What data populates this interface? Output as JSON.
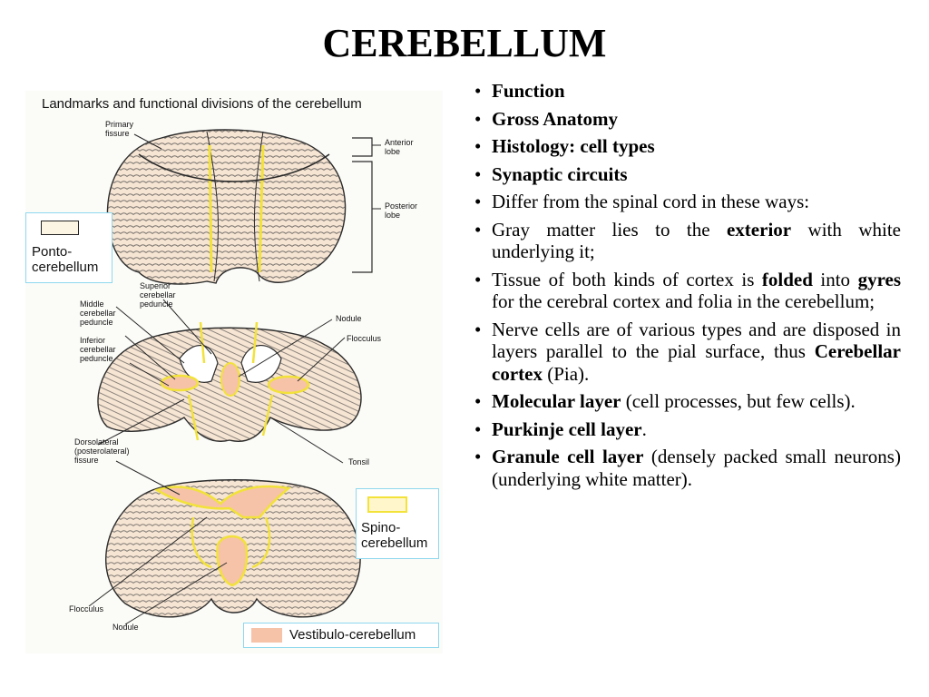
{
  "slide": {
    "title": "CEREBELLUM"
  },
  "figure": {
    "title": "Landmarks and functional divisions of the cerebellum",
    "labels": {
      "primary_fissure": "Primary\nfissure",
      "anterior_lobe": "Anterior\nlobe",
      "posterior_lobe": "Posterior\nlobe",
      "superior_peduncle": "Superior\ncerebellar\npeduncle",
      "middle_peduncle": "Middle\ncerebellar\npeduncle",
      "inferior_peduncle": "Inferior\ncerebellar\npeduncle",
      "nodule_mid": "Nodule",
      "flocculus_mid": "Flocculus",
      "dorsolateral_fissure": "Dorsolateral\n(posterolateral)\nfissure",
      "tonsil": "Tonsil",
      "flocculus_bottom": "Flocculus",
      "nodule_bottom": "Nodule"
    },
    "legend": {
      "ponto": "Ponto-\ncerebellum",
      "spino": "Spino-\ncerebellum",
      "vestibulo": "Vestibulo-cerebellum"
    },
    "colors": {
      "ponto": "#fdf5e4",
      "spino": "#fff6cc",
      "vestibulo": "#f6c3a8",
      "highlight": "#f2e23a",
      "outline": "#2a2a2a"
    }
  },
  "bullets": [
    {
      "segments": [
        {
          "text": "Function",
          "bold": true
        }
      ]
    },
    {
      "segments": [
        {
          "text": "Gross Anatomy",
          "bold": true
        }
      ]
    },
    {
      "segments": [
        {
          "text": "Histology: cell types",
          "bold": true
        }
      ]
    },
    {
      "segments": [
        {
          "text": "Synaptic circuits",
          "bold": true
        }
      ]
    },
    {
      "segments": [
        {
          "text": "Differ from the spinal cord in these ways:",
          "bold": false
        }
      ]
    },
    {
      "segments": [
        {
          "text": "Gray matter lies to the ",
          "bold": false
        },
        {
          "text": "exterior",
          "bold": true
        },
        {
          "text": " with white underlying it;",
          "bold": false
        }
      ]
    },
    {
      "segments": [
        {
          "text": "Tissue of both kinds of cortex is ",
          "bold": false
        },
        {
          "text": "folded",
          "bold": true
        },
        {
          "text": " into ",
          "bold": false
        },
        {
          "text": "gyres",
          "bold": true
        },
        {
          "text": " for the cerebral cortex and folia in the cerebellum;",
          "bold": false
        }
      ]
    },
    {
      "segments": [
        {
          "text": "Nerve cells are of various types and are disposed in layers parallel to the pial surface, thus ",
          "bold": false
        },
        {
          "text": "Cerebellar cortex",
          "bold": true
        },
        {
          "text": " (Pia).",
          "bold": false
        }
      ]
    },
    {
      "segments": [
        {
          "text": "Molecular layer",
          "bold": true
        },
        {
          "text": " (cell processes, but few cells).",
          "bold": false
        }
      ]
    },
    {
      "segments": [
        {
          "text": "Purkinje cell layer",
          "bold": true
        },
        {
          "text": ".",
          "bold": false
        }
      ]
    },
    {
      "segments": [
        {
          "text": "Granule cell layer",
          "bold": true
        },
        {
          "text": " (densely packed small neurons) (underlying white matter).",
          "bold": false
        }
      ]
    }
  ]
}
